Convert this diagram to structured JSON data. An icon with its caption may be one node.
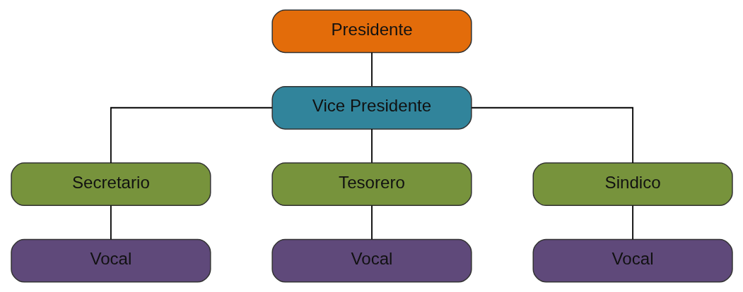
{
  "diagram": {
    "nodes": [
      {
        "text": [
          "Presidente"
        ]
      },
      {
        "text": [
          "Vice Presidente"
        ]
      },
      {
        "text": [
          "Secretario"
        ]
      },
      {
        "text": [
          "Tesorero"
        ]
      },
      {
        "text": [
          "Sindico"
        ]
      },
      {
        "text": [
          "Vocal"
        ]
      },
      {
        "text": [
          "Vocal"
        ]
      },
      {
        "text": [
          "Vocal"
        ]
      }
    ],
    "edges": [
      {
        "from": 0,
        "to": 1,
        "arrow": "none"
      },
      {
        "from": 1,
        "to": 2,
        "arrow": "none"
      },
      {
        "from": 1,
        "to": 3,
        "arrow": "none"
      },
      {
        "from": 1,
        "to": 4,
        "arrow": "none"
      },
      {
        "from": 2,
        "to": 5,
        "arrow": "none"
      },
      {
        "from": 3,
        "to": 6,
        "arrow": "none"
      },
      {
        "from": 4,
        "to": 7,
        "arrow": "none"
      }
    ]
  }
}
